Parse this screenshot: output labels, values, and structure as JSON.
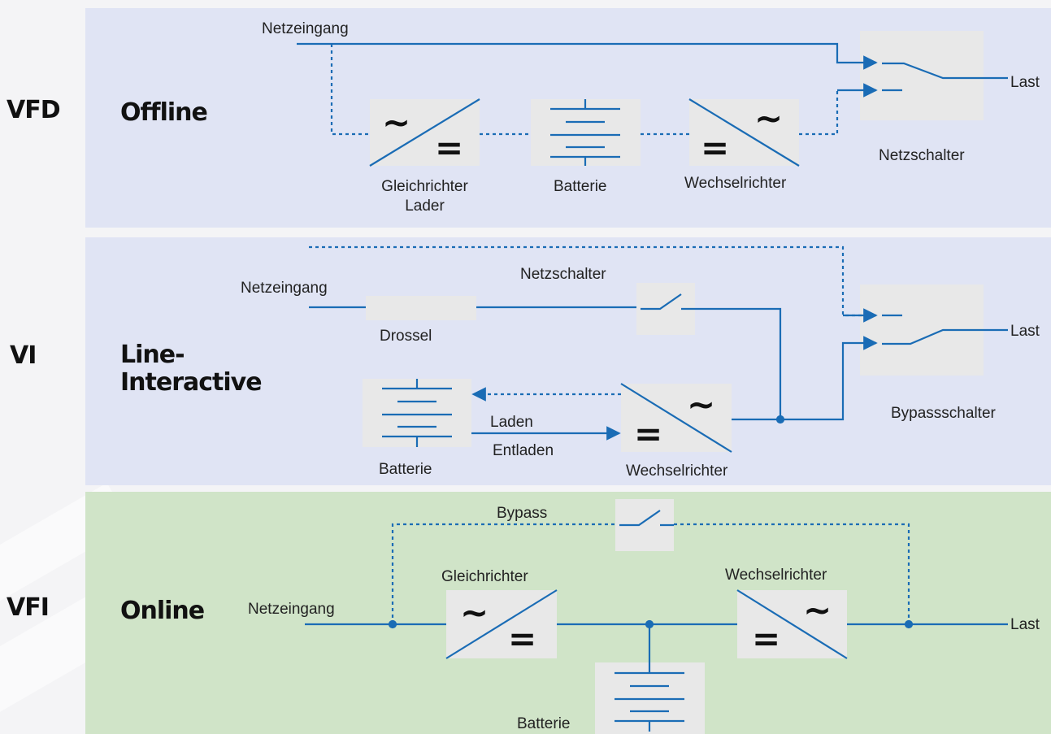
{
  "rows": [
    {
      "code": "VFD",
      "mode": "Offline"
    },
    {
      "code": "VI",
      "mode_line1": "Line-",
      "mode_line2": "Interactive"
    },
    {
      "code": "VFI",
      "mode": "Online"
    }
  ],
  "offline": {
    "input": "Netzeingang",
    "rectifier_line1": "Gleichrichter",
    "rectifier_line2": "Lader",
    "battery": "Batterie",
    "inverter": "Wechselrichter",
    "switch": "Netzschalter",
    "load": "Last"
  },
  "line_interactive": {
    "input": "Netzeingang",
    "choke": "Drossel",
    "switch": "Netzschalter",
    "battery": "Batterie",
    "charge": "Laden",
    "discharge": "Entladen",
    "inverter": "Wechselrichter",
    "bypass_switch": "Bypassschalter",
    "load": "Last"
  },
  "online": {
    "input": "Netzeingang",
    "bypass": "Bypass",
    "rectifier": "Gleichrichter",
    "inverter": "Wechselrichter",
    "battery": "Batterie",
    "load": "Last"
  },
  "colors": {
    "line": "#1a6cb5",
    "panel_blue": "#e0e4f4",
    "panel_green": "#d0e4c8",
    "box": "#e8e8e8"
  }
}
